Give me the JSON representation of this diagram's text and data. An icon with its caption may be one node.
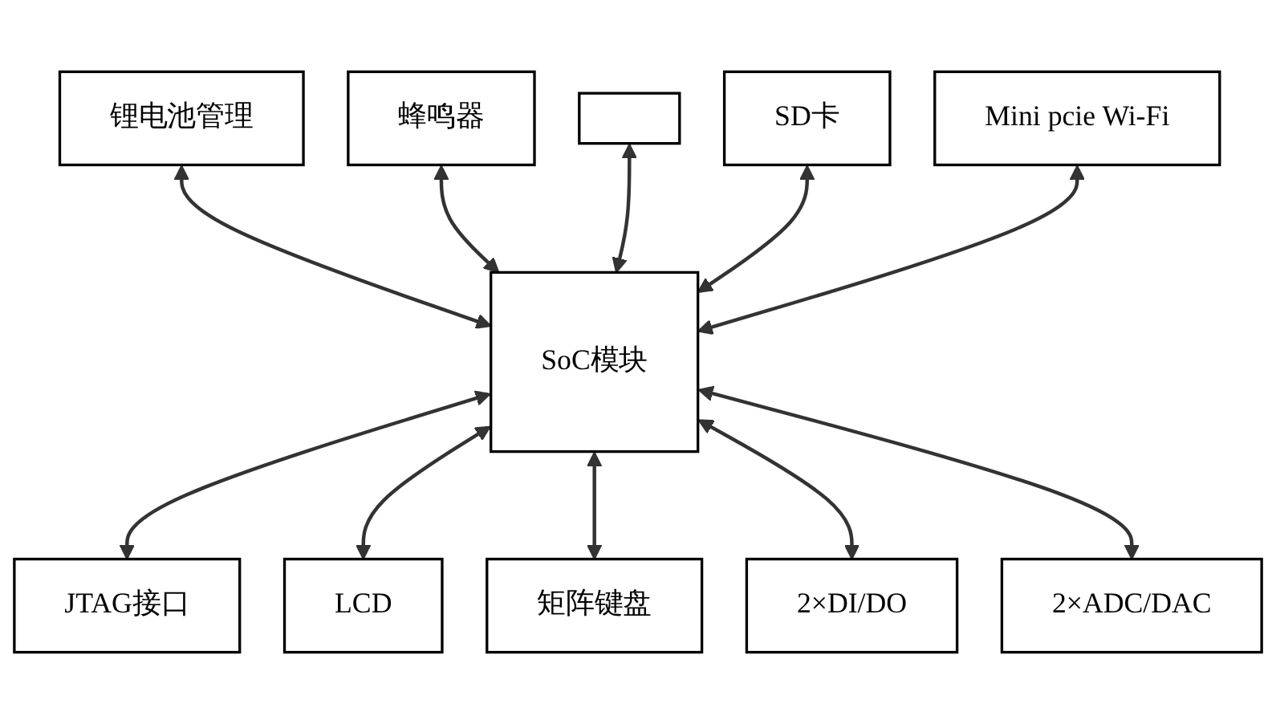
{
  "diagram": {
    "nodes": [
      {
        "text": [
          "锂电池管理"
        ]
      },
      {
        "text": [
          "蜂鸣器"
        ]
      },
      {
        "text": [],
        "shape": "box"
      },
      {
        "text": [
          "SD卡"
        ]
      },
      {
        "text": [
          "SoC模块"
        ]
      },
      {
        "text": [
          "JTAG接口"
        ]
      },
      {
        "text": [
          "Mini pcie Wi-Fi"
        ]
      },
      {
        "text": [
          "LCD"
        ]
      },
      {
        "text": [
          "矩阵键盘"
        ]
      },
      {
        "text": [
          "2×DI/DO"
        ]
      },
      {
        "text": [
          "2×ADC/DAC"
        ]
      }
    ],
    "edges": [
      {
        "from": 0,
        "to": 4,
        "arrow": "both"
      },
      {
        "from": 1,
        "to": 4,
        "arrow": "both"
      },
      {
        "from": 2,
        "to": 4,
        "arrow": "both"
      },
      {
        "from": 3,
        "to": 4,
        "arrow": "both"
      },
      {
        "from": 6,
        "to": 4,
        "arrow": "both"
      },
      {
        "from": 4,
        "to": 5,
        "arrow": "both"
      },
      {
        "from": 4,
        "to": 7,
        "arrow": "both"
      },
      {
        "from": 4,
        "to": 8,
        "arrow": "both"
      },
      {
        "from": 4,
        "to": 9,
        "arrow": "both"
      },
      {
        "from": 4,
        "to": 10,
        "arrow": "both"
      }
    ]
  }
}
